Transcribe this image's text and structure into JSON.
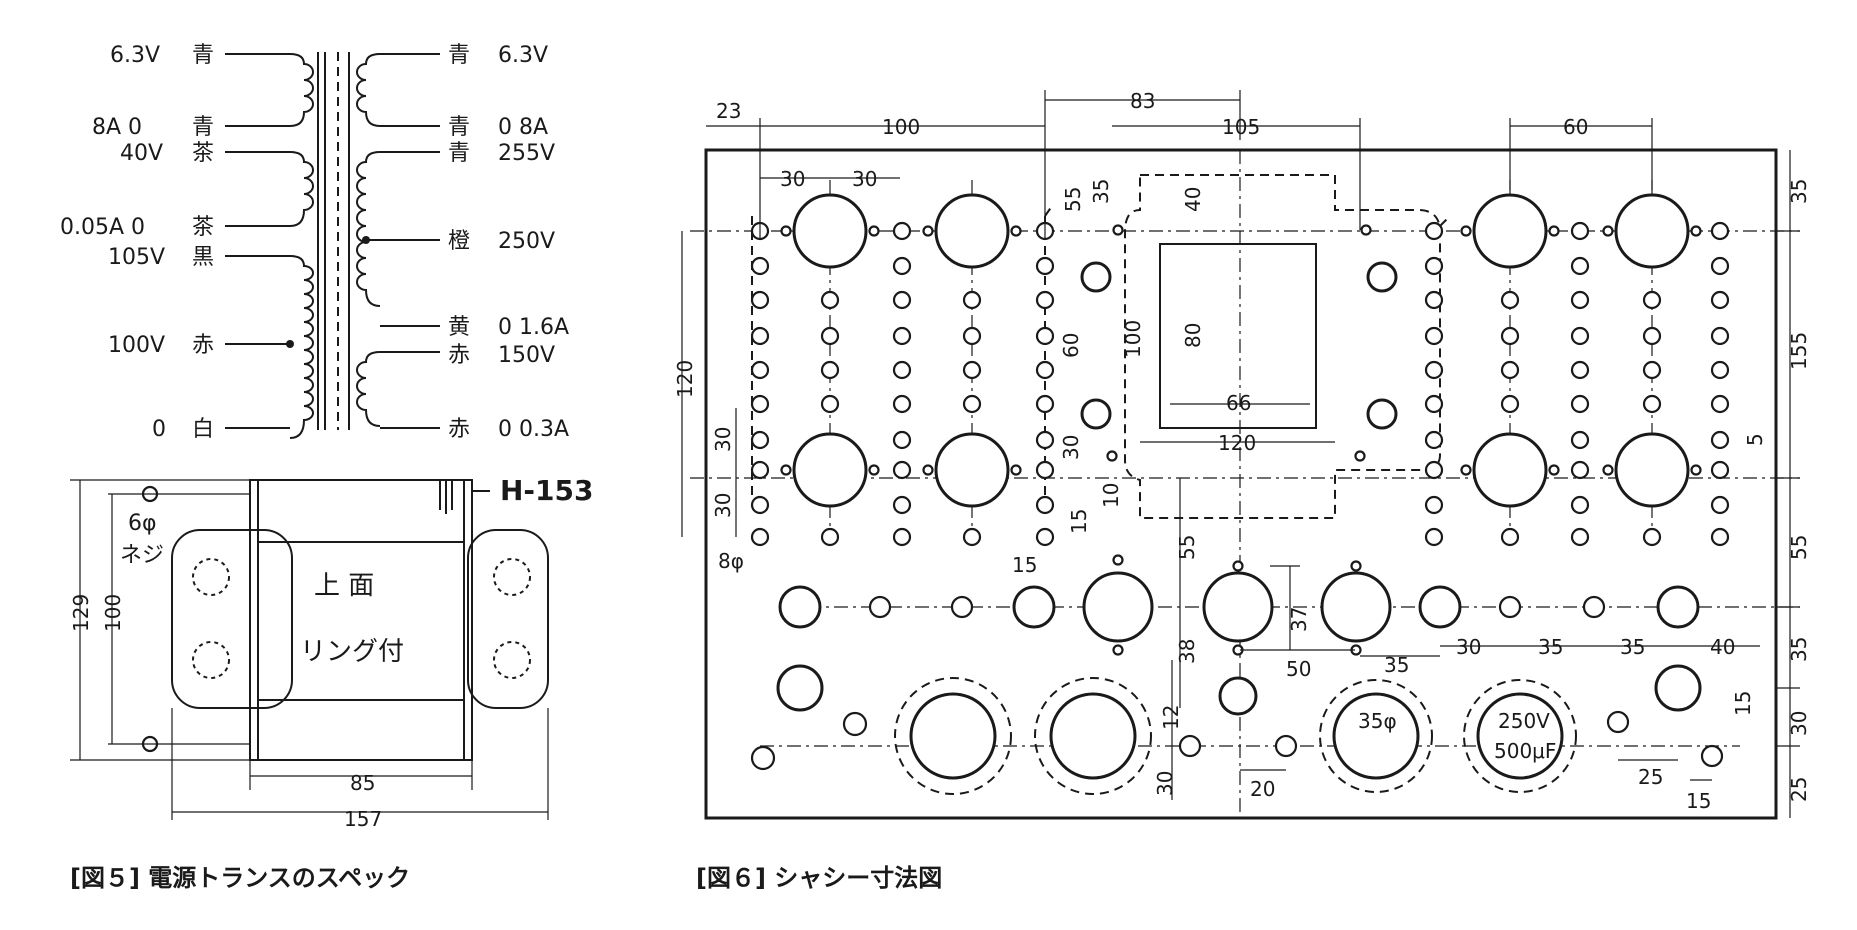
{
  "fig5": {
    "caption": "[図５] 電源トランスのスペック",
    "model": "H-153",
    "left_taps": [
      {
        "v": "6.3V",
        "c": "青"
      },
      {
        "v": "8A 0",
        "c": "青"
      },
      {
        "v": "40V",
        "c": "茶"
      },
      {
        "v": "0.05A 0",
        "c": "茶"
      },
      {
        "v": "105V",
        "c": "黒"
      },
      {
        "v": "100V",
        "c": "赤"
      },
      {
        "v": "0",
        "c": "白"
      }
    ],
    "right_taps": [
      {
        "c": "青",
        "v": "6.3V"
      },
      {
        "c": "青",
        "v": "0 8A"
      },
      {
        "c": "青",
        "v": "255V"
      },
      {
        "c": "橙",
        "v": "250V"
      },
      {
        "c": "黄",
        "v": "0 1.6A"
      },
      {
        "c": "赤",
        "v": "150V"
      },
      {
        "c": "赤",
        "v": "0 0.3A"
      }
    ],
    "top_label": "上 面",
    "ring_label": "リング付",
    "screw_label_1": "6φ",
    "screw_label_2": "ネジ",
    "dims": {
      "h1": "129",
      "h2": "100",
      "w1": "85",
      "w2": "157"
    }
  },
  "fig6": {
    "caption": "[図６] シャシー寸法図",
    "dims_top": [
      "23",
      "100",
      "83",
      "105",
      "60"
    ],
    "dims_small": [
      "30",
      "30",
      "55",
      "35",
      "40",
      "80",
      "66",
      "120",
      "60",
      "100",
      "30",
      "10",
      "15",
      "15",
      "8φ"
    ],
    "dims_left": [
      "120",
      "30",
      "30"
    ],
    "dims_right": [
      "35",
      "155",
      "5",
      "55",
      "35",
      "30",
      "25",
      "15"
    ],
    "dims_bottom": [
      "55",
      "37",
      "38",
      "12",
      "30",
      "50",
      "35",
      "20",
      "30",
      "35",
      "35",
      "40",
      "25",
      "15"
    ],
    "cap_label_1": "35φ",
    "cap_label_2": "250V",
    "cap_label_3": "500μF"
  }
}
